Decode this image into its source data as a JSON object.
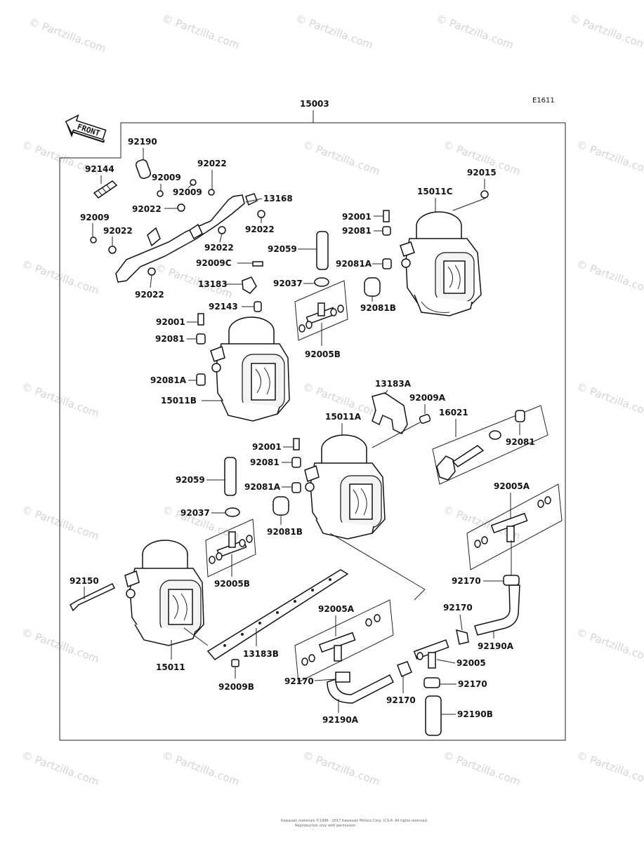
{
  "diagram": {
    "ref_code": "E1611",
    "assembly_label": "15003",
    "front_label": "FRONT",
    "labels": {
      "l92190": "92190",
      "l92144": "92144",
      "l92022a": "92022",
      "l92009a": "92009",
      "l92009b": "92009",
      "l92009c": "92009",
      "l92022b": "92022",
      "l13168": "13168",
      "l92022c": "92022",
      "l92022d": "92022",
      "l92022e": "92022",
      "l92022f": "92022",
      "l92015": "92015",
      "l15011c": "15011C",
      "l92001a": "92001",
      "l92081a": "92081",
      "l92059a": "92059",
      "l92009C": "92009C",
      "l92081Aa": "92081A",
      "l13183": "13183",
      "l92037a": "92037",
      "l92081Ba": "92081B",
      "l92143": "92143",
      "l92001b": "92001",
      "l92081b": "92081",
      "l92005Ba": "92005B",
      "l92081Ab": "92081A",
      "l15011b": "15011B",
      "l13183A": "13183A",
      "l92009A": "92009A",
      "l15011a": "15011A",
      "l16021": "16021",
      "l92001c": "92001",
      "l92081c": "92081",
      "l92081d": "92081",
      "l92059b": "92059",
      "l92081Ac": "92081A",
      "l92037b": "92037",
      "l92081Bb": "92081B",
      "l92005Aa": "92005A",
      "l92005Bb": "92005B",
      "l92150": "92150",
      "l92170a": "92170",
      "l92170b": "92170",
      "l92005Ab": "92005A",
      "l15011": "15011",
      "l13183B": "13183B",
      "l92190A1": "92190A",
      "l92005": "92005",
      "l92009B": "92009B",
      "l92170c": "92170",
      "l92170d": "92170",
      "l92170e": "92170",
      "l92190A2": "92190A",
      "l92190B": "92190B"
    },
    "watermark": "© Partzilla.com",
    "copyright_line1": "Kawasaki materials ©1996 - 2017 Kawasaki Motors Corp. U.S.A. All rights reserved.",
    "copyright_line2": "Reproduction only with permission."
  }
}
